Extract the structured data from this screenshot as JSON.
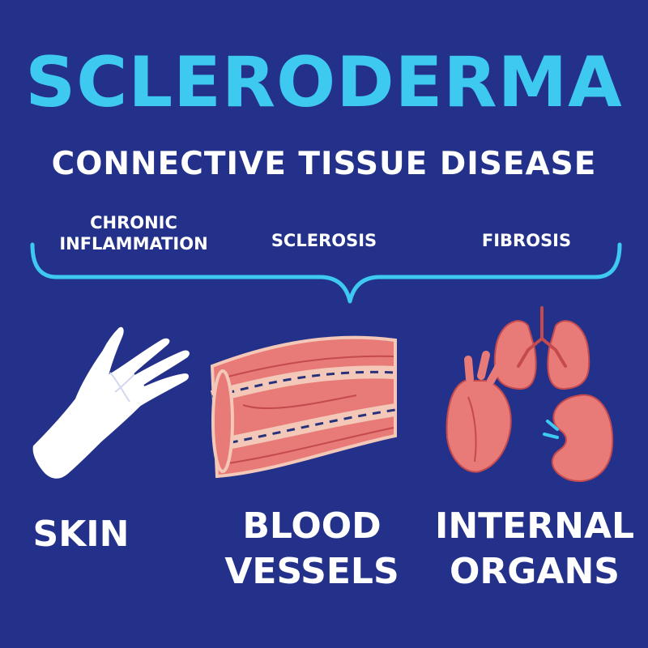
{
  "header": {
    "title": "SCLERODERMA",
    "subtitle": "CONNECTIVE TISSUE DISEASE"
  },
  "processes": [
    {
      "line1": "CHRONIC",
      "line2": "INFLAMMATION"
    },
    {
      "line1": "SCLEROSIS"
    },
    {
      "line1": "FIBROSIS"
    }
  ],
  "targets": [
    {
      "line1": "SKIN",
      "icon": "hand-icon"
    },
    {
      "line1": "BLOOD",
      "line2": "VESSELS",
      "icon": "blood-vessel-icon"
    },
    {
      "line1": "INTERNAL",
      "line2": "ORGANS",
      "icon": "organs-icon"
    }
  ],
  "colors": {
    "background": "#24318a",
    "title": "#3ec9f0",
    "text": "#ffffff",
    "brace": "#3ec9f0",
    "tissue": "#e87a78",
    "tissue_dark": "#c44a4e",
    "vessel_light": "#f3c8b8",
    "vessel_line": "#27327a"
  }
}
